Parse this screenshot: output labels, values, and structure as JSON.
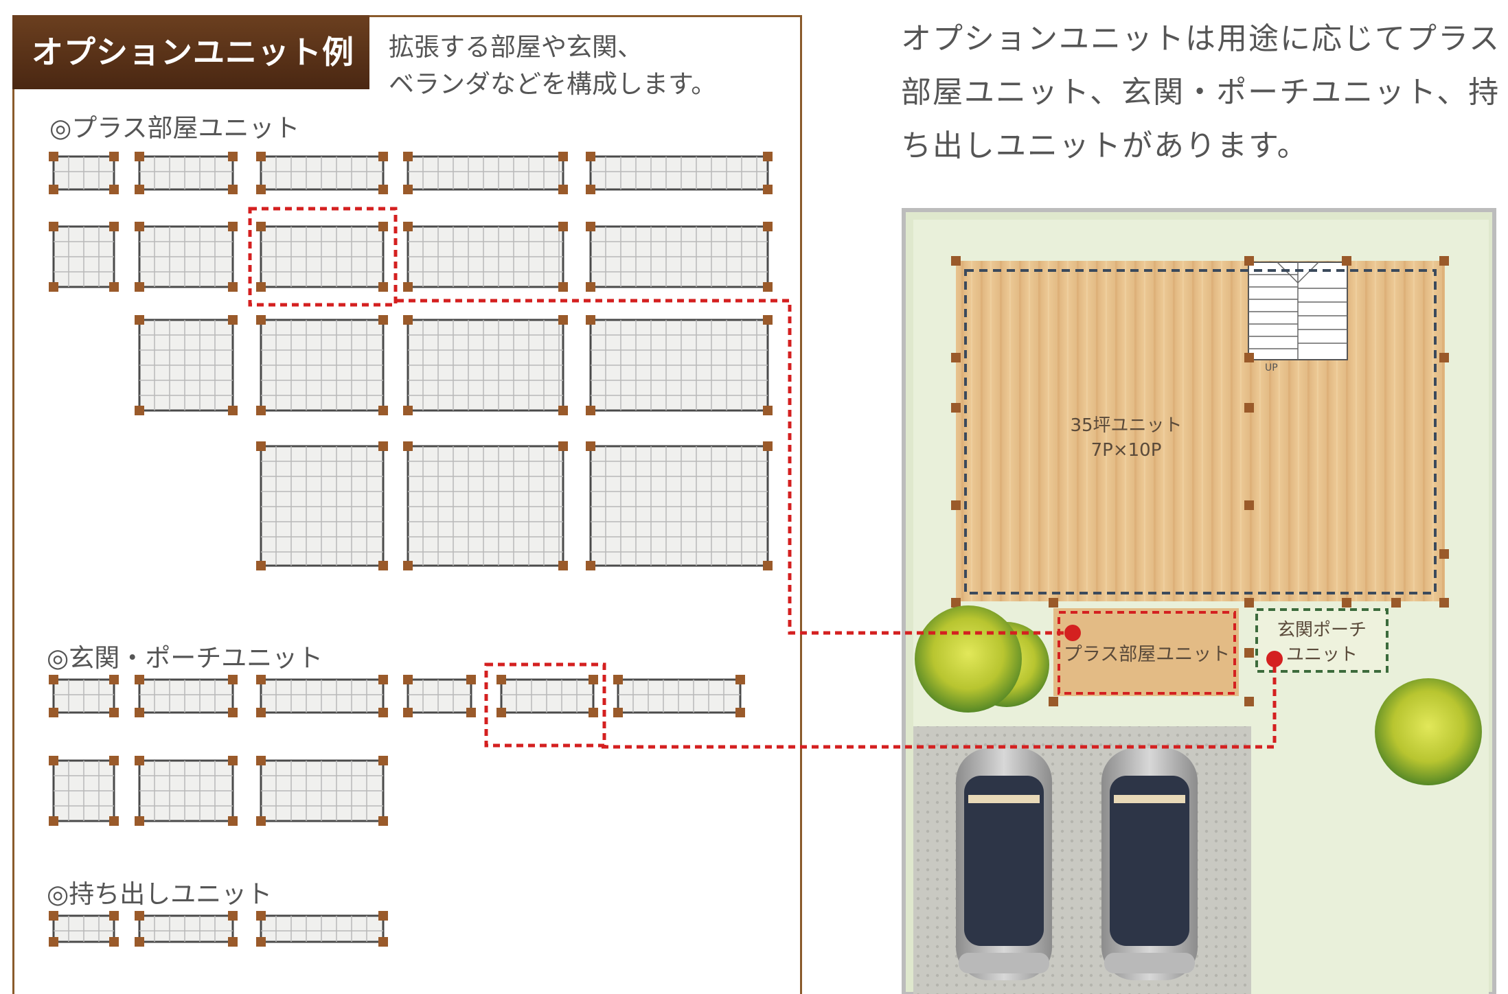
{
  "panel": {
    "title": "オプションユニット例",
    "description_line1": "拡張する部屋や玄関、",
    "description_line2": "ベランダなどを構成します。"
  },
  "sections": {
    "plus_room": "◎プラス部屋ユニット",
    "entrance_porch": "◎玄関・ポーチユニット",
    "carry_out": "◎持ち出しユニット"
  },
  "intro": {
    "line1": "オプションユニットは用途に応じてプラス",
    "line2": "部屋ユニット、玄関・ポーチユニット、持",
    "line3": "ち出しユニットがあります。"
  },
  "floorplan": {
    "main_unit_line1": "35坪ユニット",
    "main_unit_line2": "7P×10P",
    "plus_room_unit": "プラス部屋ユニット",
    "porch_line1": "玄関ポーチ",
    "porch_line2": "ユニット",
    "stair_up": "UP"
  },
  "colors": {
    "brown": "#8a5a2b",
    "highlight_red": "#d42020",
    "porch_green": "#3c6b3c",
    "lawn": "#e9f0da",
    "wood": "#e8c28f"
  }
}
